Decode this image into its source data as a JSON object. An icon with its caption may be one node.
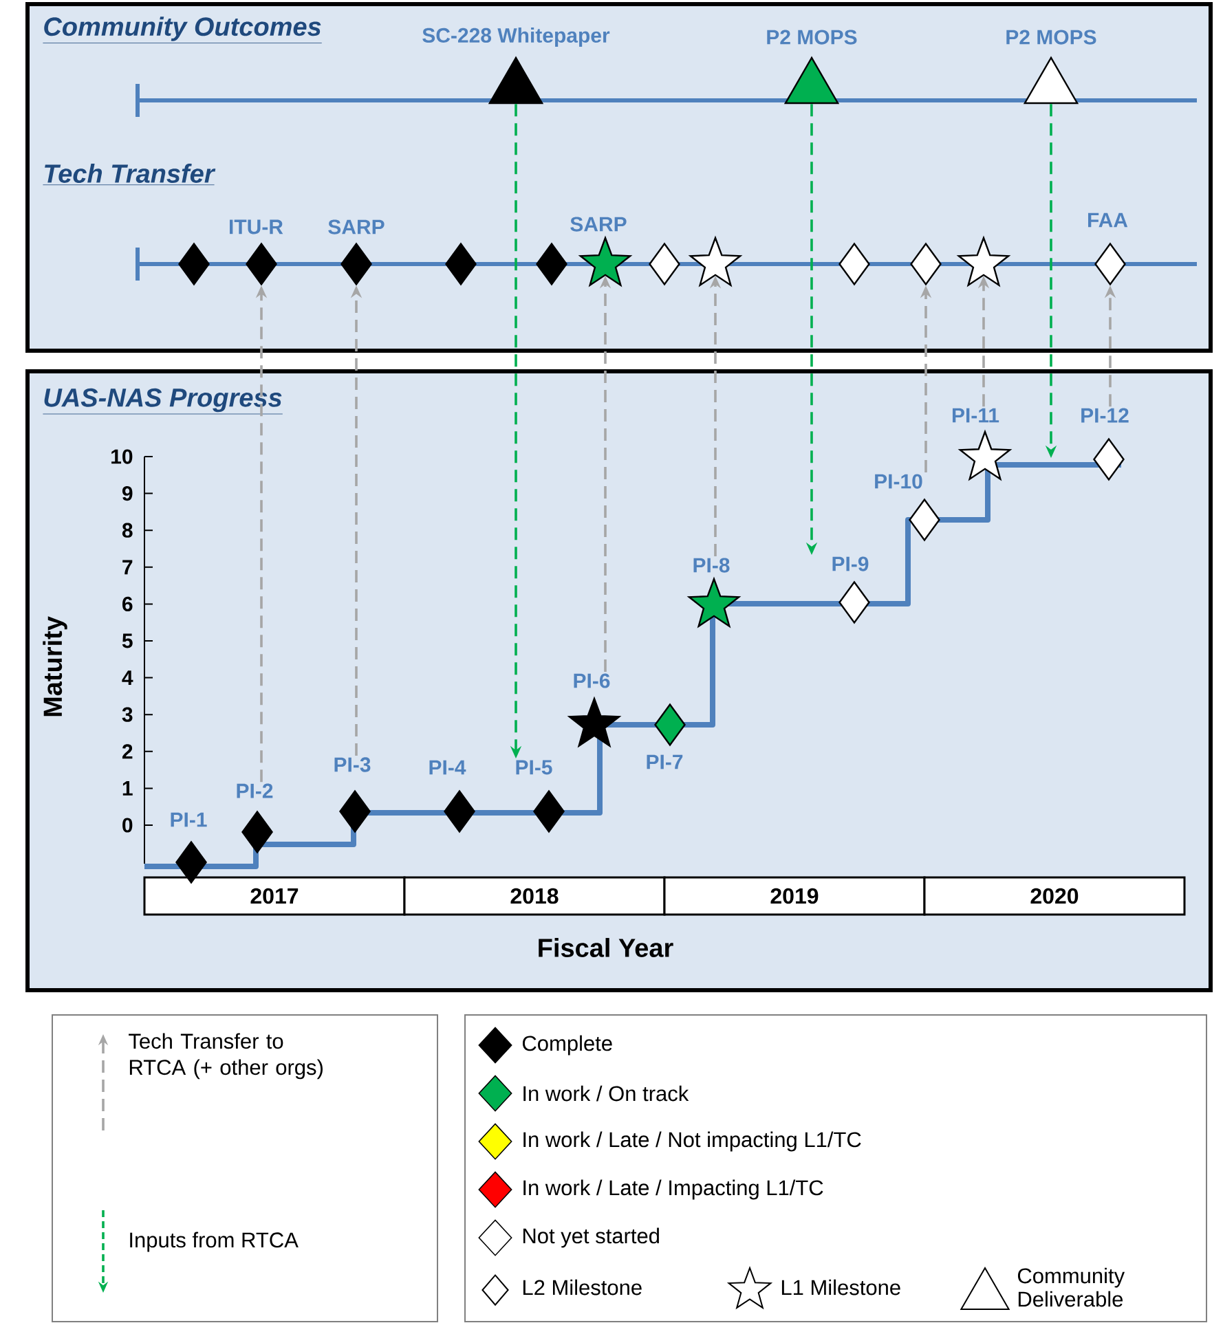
{
  "diagram": {
    "nodes": [
      {
        "text": [
          "Community Outcomes",
          "Tech Transfer"
        ]
      },
      {
        "text": [
          "SC-228 Whitepaper"
        ],
        "in": 0
      },
      {
        "text": [
          "P2 MOPS"
        ],
        "in": 0
      },
      {
        "text": [
          "P2 MOPS"
        ],
        "in": 0
      },
      {
        "text": [],
        "shape": "diamond",
        "in": 0
      },
      {
        "text": [
          "ITU-R"
        ],
        "in": 0
      },
      {
        "text": [
          "SARP"
        ],
        "in": 0
      },
      {
        "text": [],
        "shape": "diamond",
        "in": 0
      },
      {
        "text": [],
        "shape": "diamond",
        "in": 0
      },
      {
        "text": [
          "SARP"
        ],
        "in": 0
      },
      {
        "text": [],
        "shape": "diamond",
        "in": 0
      },
      {
        "text": [],
        "shape": "star",
        "in": 0
      },
      {
        "text": [],
        "shape": "diamond",
        "in": 0
      },
      {
        "text": [],
        "shape": "diamond",
        "in": 0
      },
      {
        "text": [],
        "shape": "star",
        "in": 0
      },
      {
        "text": [
          "FAA"
        ],
        "in": 0
      },
      {
        "text": [
          "UAS-NAS Progress"
        ]
      },
      {
        "text": [
          "PI-1"
        ],
        "in": 16
      },
      {
        "text": [
          "PI-2"
        ],
        "in": 16
      },
      {
        "text": [
          "PI-3"
        ],
        "in": 16
      },
      {
        "text": [
          "PI-4"
        ],
        "in": 16
      },
      {
        "text": [
          "PI-5"
        ],
        "in": 16
      },
      {
        "text": [
          "PI-6"
        ],
        "in": 16
      },
      {
        "text": [
          "PI-7"
        ],
        "in": 16
      },
      {
        "text": [
          "PI-8"
        ],
        "in": 16
      },
      {
        "text": [
          "PI-9"
        ],
        "in": 16
      },
      {
        "text": [
          "PI-10"
        ],
        "in": 16
      },
      {
        "text": [
          "PI-11"
        ],
        "in": 16
      },
      {
        "text": [
          "PI-12"
        ],
        "in": 16
      }
    ],
    "edges": [
      {
        "from": 18,
        "to": 5,
        "arrow": "to",
        "style": "dashed"
      },
      {
        "from": 19,
        "to": 6,
        "arrow": "to",
        "style": "dashed"
      },
      {
        "from": 22,
        "to": 9,
        "arrow": "to",
        "style": "dashed"
      },
      {
        "from": 24,
        "to": 11,
        "arrow": "to",
        "style": "dashed"
      },
      {
        "from": 26,
        "to": 13,
        "arrow": "to",
        "style": "dashed"
      },
      {
        "from": 27,
        "to": 14,
        "arrow": "to",
        "style": "dashed"
      },
      {
        "from": 28,
        "to": 15,
        "arrow": "to",
        "style": "dashed"
      },
      {
        "from": 1,
        "to": 21,
        "arrow": "to",
        "style": "dashed",
        "color": "#00b050"
      },
      {
        "from": 2,
        "to": 25,
        "arrow": "to",
        "style": "dashed",
        "color": "#00b050"
      },
      {
        "from": 3,
        "to": null,
        "arrow": "to",
        "style": "dashed",
        "color": "#00b050"
      }
    ],
    "labels": [
      "Maturity",
      "10",
      "9",
      "8",
      "7",
      "6",
      "5",
      "4",
      "3",
      "2",
      "1",
      "0",
      "2017",
      "2018",
      "2019",
      "2020",
      "Fiscal Year"
    ],
    "legend": [
      {
        "text": "Tech Transfer to RTCA (+ other orgs)"
      },
      {
        "text": "Inputs from RTCA"
      },
      {
        "text": "Complete",
        "color": "#000000"
      },
      {
        "text": "In work / On track",
        "color": "#00b050"
      },
      {
        "text": "In work / Late / Not impacting L1/TC",
        "color": "#ffff00"
      },
      {
        "text": "In work / Late / Impacting L1/TC",
        "color": "#ff0000"
      },
      {
        "text": "Not yet started"
      },
      {
        "text": "L2 Milestone"
      },
      {
        "text": "L1 Milestone"
      },
      {
        "text": "Community Deliverable"
      }
    ]
  }
}
